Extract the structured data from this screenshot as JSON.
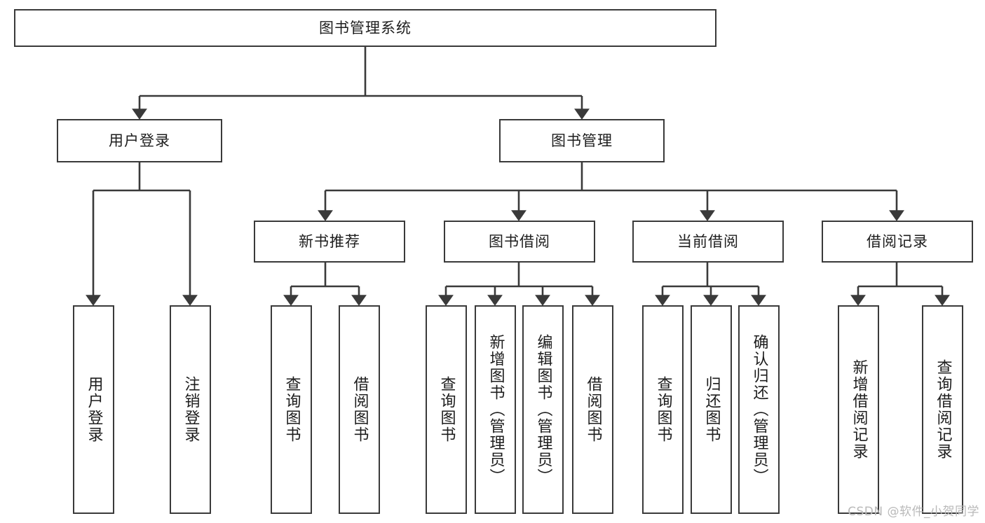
{
  "diagram": {
    "type": "tree-hierarchy",
    "title": "图书管理系统",
    "root": {
      "id": "root",
      "label": "图书管理系统",
      "orientation": "horizontal"
    },
    "level2": [
      {
        "id": "user-login",
        "label": "用户登录",
        "orientation": "horizontal"
      },
      {
        "id": "book-manage",
        "label": "图书管理",
        "orientation": "horizontal"
      }
    ],
    "level3": [
      {
        "id": "new-book-rec",
        "label": "新书推荐",
        "orientation": "horizontal",
        "parent": "book-manage"
      },
      {
        "id": "book-borrow",
        "label": "图书借阅",
        "orientation": "horizontal",
        "parent": "book-manage"
      },
      {
        "id": "current-borrow",
        "label": "当前借阅",
        "orientation": "horizontal",
        "parent": "book-manage"
      },
      {
        "id": "borrow-record",
        "label": "借阅记录",
        "orientation": "horizontal",
        "parent": "book-manage"
      }
    ],
    "leaves": [
      {
        "id": "leaf-user-login",
        "label": "用户登录",
        "parent": "user-login"
      },
      {
        "id": "leaf-logout",
        "label": "注销登录",
        "parent": "user-login"
      },
      {
        "id": "leaf-query-book-1",
        "label": "查询图书",
        "parent": "new-book-rec"
      },
      {
        "id": "leaf-borrow-book-1",
        "label": "借阅图书",
        "parent": "new-book-rec"
      },
      {
        "id": "leaf-query-book-2",
        "label": "查询图书",
        "parent": "book-borrow"
      },
      {
        "id": "leaf-add-book",
        "label": "新增图书（管理员）",
        "parent": "book-borrow"
      },
      {
        "id": "leaf-edit-book",
        "label": "编辑图书（管理员）",
        "parent": "book-borrow"
      },
      {
        "id": "leaf-borrow-book-2",
        "label": "借阅图书",
        "parent": "book-borrow"
      },
      {
        "id": "leaf-query-book-3",
        "label": "查询图书",
        "parent": "current-borrow"
      },
      {
        "id": "leaf-return-book",
        "label": "归还图书",
        "parent": "current-borrow"
      },
      {
        "id": "leaf-confirm-return",
        "label": "确认归还（管理员）",
        "parent": "current-borrow"
      },
      {
        "id": "leaf-add-record",
        "label": "新增借阅记录",
        "parent": "borrow-record"
      },
      {
        "id": "leaf-query-record",
        "label": "查询借阅记录",
        "parent": "borrow-record"
      }
    ],
    "colors": {
      "border": "#3a3a3a",
      "background": "#ffffff",
      "text": "#1d1d1d",
      "connector": "#3a3a3a",
      "watermark": "#b9b9b9"
    }
  },
  "watermark": {
    "text": "CSDN @软件_小贺同学"
  }
}
